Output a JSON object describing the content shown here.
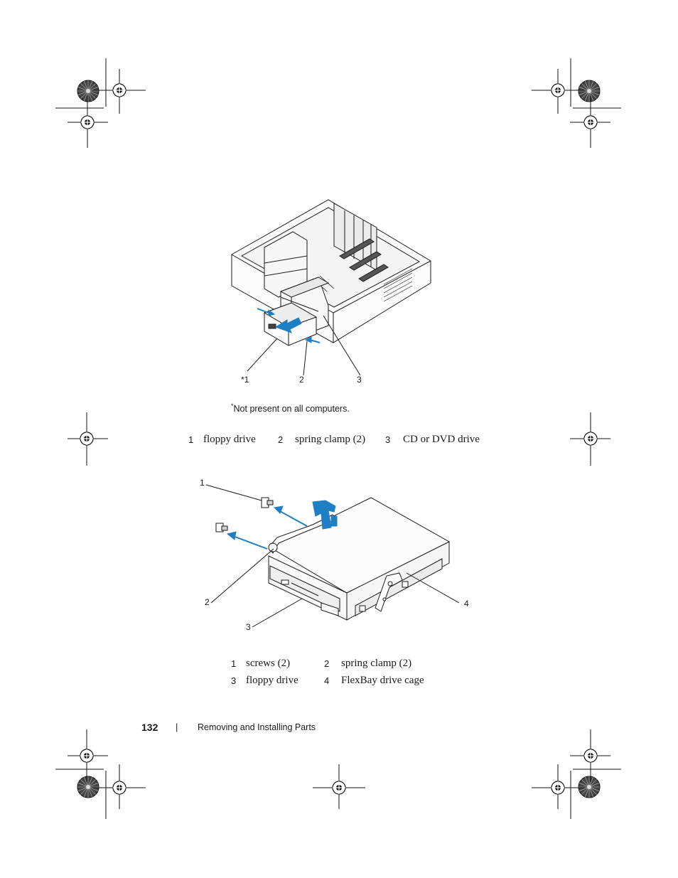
{
  "figure1": {
    "callouts": [
      "*1",
      "2",
      "3"
    ],
    "footnote_mark": "*",
    "footnote_text": "Not present on all computers.",
    "legend": [
      {
        "num": "1",
        "label": "floppy drive"
      },
      {
        "num": "2",
        "label": "spring clamp (2)"
      },
      {
        "num": "3",
        "label": "CD or DVD drive"
      }
    ]
  },
  "figure2": {
    "callouts": [
      "1",
      "2",
      "3",
      "4"
    ],
    "legend": [
      {
        "num": "1",
        "label": "screws (2)"
      },
      {
        "num": "2",
        "label": "spring clamp (2)"
      },
      {
        "num": "3",
        "label": "floppy drive"
      },
      {
        "num": "4",
        "label": "FlexBay drive cage"
      }
    ]
  },
  "footer": {
    "page_number": "132",
    "separator": "|",
    "section_title": "Removing and Installing Parts"
  },
  "colors": {
    "arrow_blue": "#1f7fc4",
    "line": "#1a1a1a"
  },
  "icons": [
    "registration-mark-icon",
    "color-wheel-icon"
  ]
}
